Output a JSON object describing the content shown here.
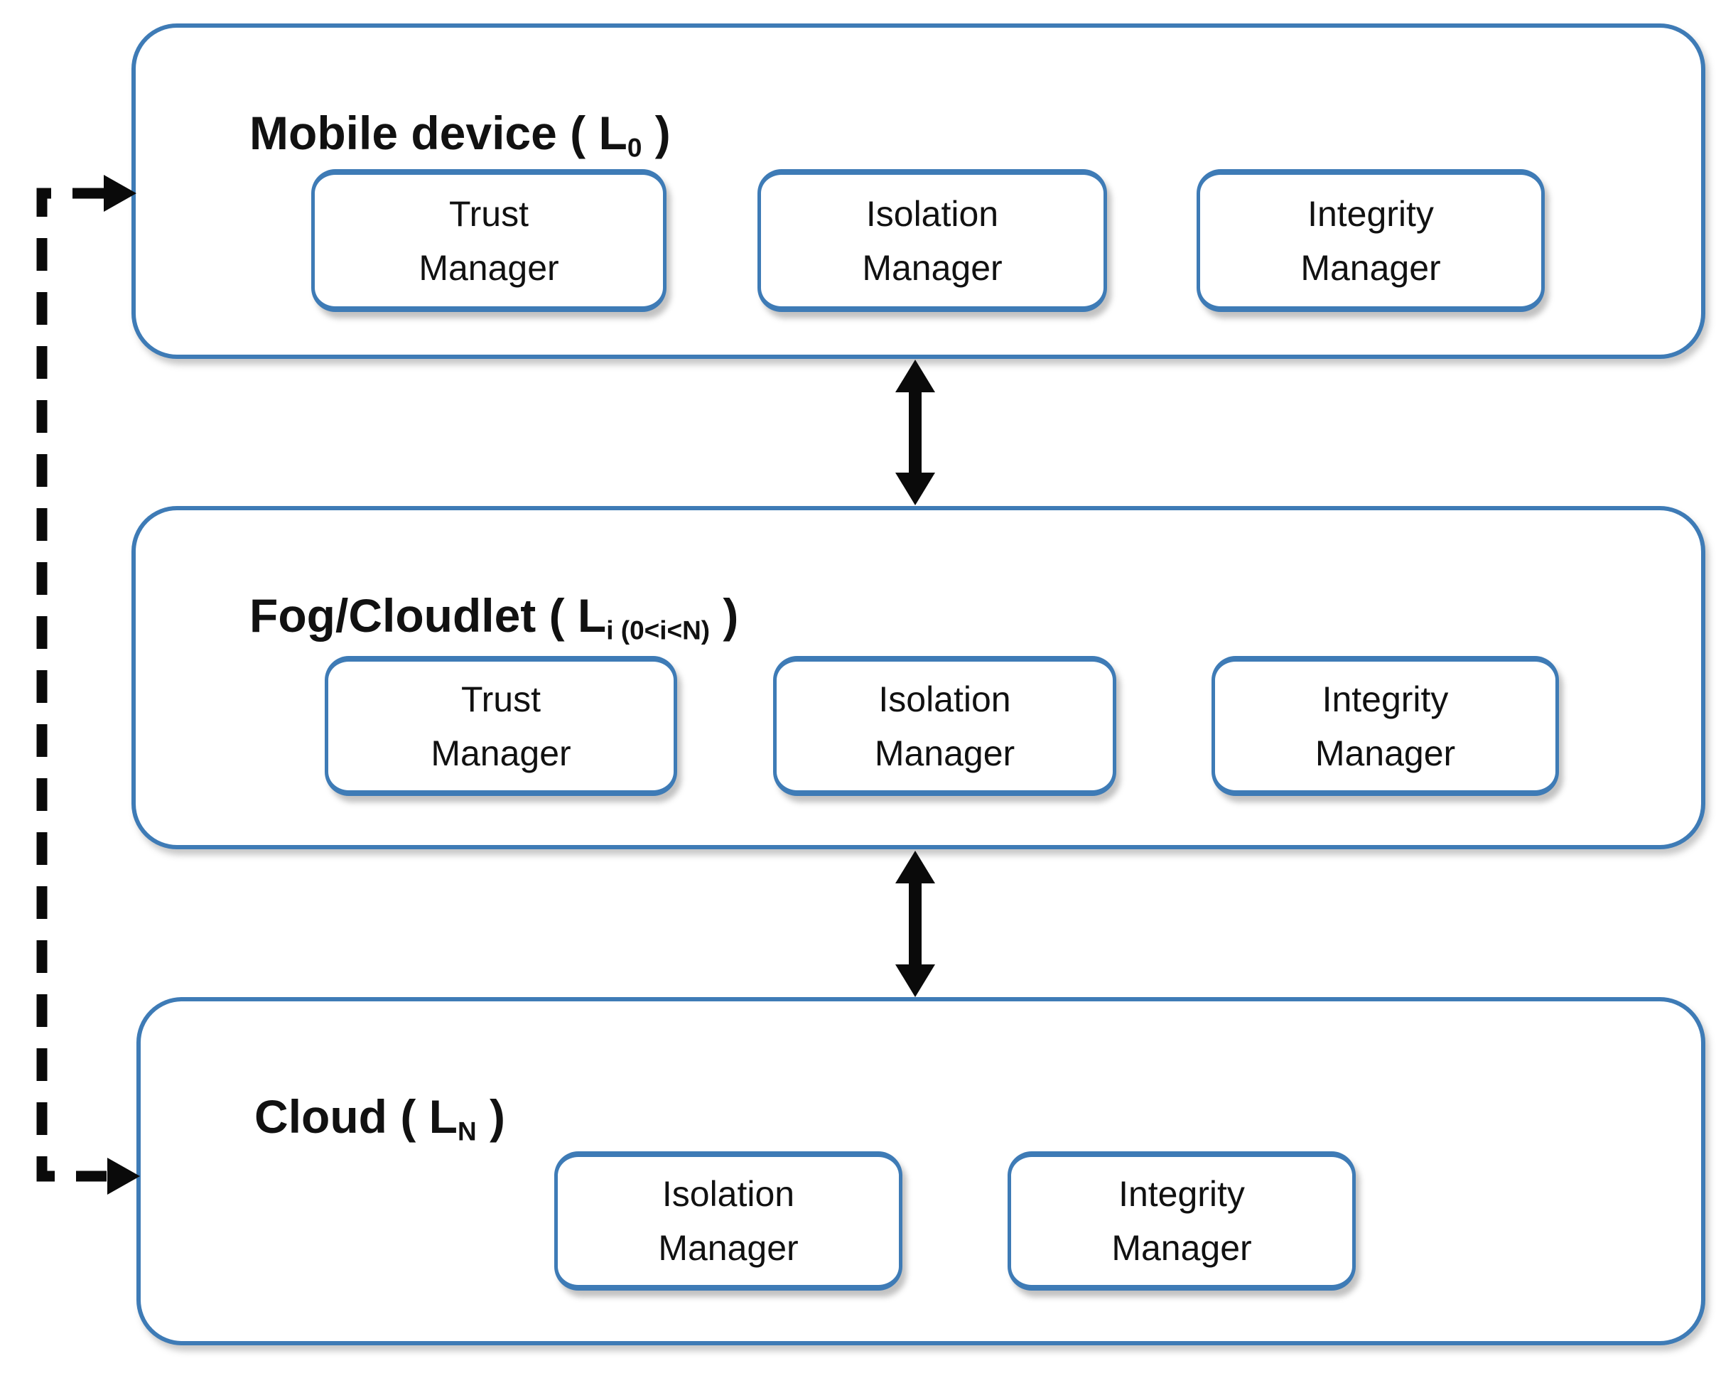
{
  "diagram": {
    "tiers": [
      {
        "title_prefix": "Mobile device ( L",
        "title_sub": "0",
        "title_suffix": " )",
        "managers": [
          {
            "line1": "Trust",
            "line2": "Manager"
          },
          {
            "line1": "Isolation",
            "line2": "Manager"
          },
          {
            "line1": "Integrity",
            "line2": "Manager"
          }
        ]
      },
      {
        "title_prefix": "Fog/Cloudlet ( L",
        "title_sub": "i (0<i<N)",
        "title_suffix": " )",
        "managers": [
          {
            "line1": "Trust",
            "line2": "Manager"
          },
          {
            "line1": "Isolation",
            "line2": "Manager"
          },
          {
            "line1": "Integrity",
            "line2": "Manager"
          }
        ]
      },
      {
        "title_prefix": "Cloud ( L",
        "title_sub": "N",
        "title_suffix": " )",
        "managers": [
          {
            "line1": "Isolation",
            "line2": "Manager"
          },
          {
            "line1": "Integrity",
            "line2": "Manager"
          }
        ]
      }
    ],
    "colors": {
      "box_border_blue": "#3e7bb6",
      "connector_black": "#0a0a0a",
      "text": "#111111",
      "background": "#ffffff"
    }
  }
}
